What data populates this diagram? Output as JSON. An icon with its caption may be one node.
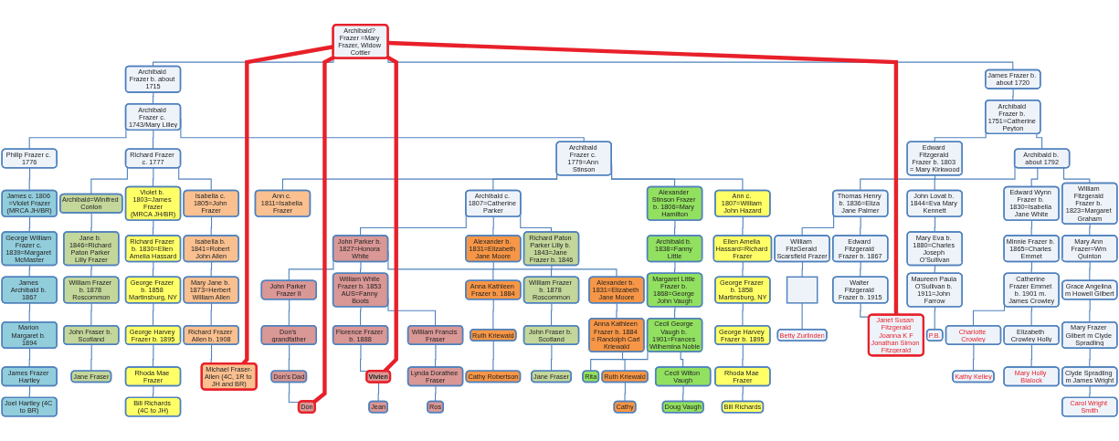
{
  "diagram": {
    "nodes": [
      {
        "text": [
          "Archibald? Frazer =Mary Frazer, Widow Cottier"
        ]
      },
      {
        "text": [
          "Archibald Frazer b. about 1715"
        ]
      },
      {
        "text": [
          "James Frazer b. about 1720"
        ]
      },
      {
        "text": [
          "Archibald Frazer c. 1743/Mary Lilley"
        ]
      },
      {
        "text": [
          "Archibald Frazer b. 1751=Catherine Peyton"
        ]
      },
      {
        "text": [
          "Philip Frazer c. 1776"
        ]
      },
      {
        "text": [
          "Richard Frazer c. 1777"
        ]
      },
      {
        "text": [
          "Archibald Frazer c. 1779=Ann Stinson"
        ]
      },
      {
        "text": [
          "Archibald b. about 1792"
        ]
      },
      {
        "text": [
          "Edward Fitzgerald Frazer b. 1803 = Mary Kirkwood"
        ]
      },
      {
        "text": [
          "James c. 1806 =Violet Frazer",
          "(MRCA JH/BR)"
        ]
      },
      {
        "text": [
          "Archibald=Winifred Conlon"
        ]
      },
      {
        "text": [
          "Violet b. 1803=James Frazer",
          "(MRCA JH/BR)"
        ]
      },
      {
        "text": [
          "Isabella c. 1805=John Frazer"
        ]
      },
      {
        "text": [
          "Archibald c. 1807=Catherine Parker"
        ]
      },
      {
        "text": [
          "Ann c. 1811=Isabella Frazer"
        ]
      },
      {
        "text": [
          "Alexander Stinson Frazer b. 1806=Mary Hamilton"
        ]
      },
      {
        "text": [
          "Ann c. 1807=William John Hazard"
        ]
      },
      {
        "text": [
          "William Fitzgerald Frazer b. 1823=Margaret Graham"
        ]
      },
      {
        "text": [
          "Edward Wynn Frazer b. 1830=Isabella Jane White"
        ]
      },
      {
        "text": [
          "Thomas Henry b. 1836=Eliza Jane Palmer"
        ]
      },
      {
        "text": [
          "John Lovat b. 1844=Eva Mary Kennett"
        ]
      },
      {
        "text": [
          "George William Frazer c. 1839=Margaret McMaster"
        ]
      },
      {
        "text": [
          "Jane b. 1846=Richard Paton Parker Lilly Frazer"
        ]
      },
      {
        "text": [
          "Richard Frazer b. 1830=Ellen Amelia Hassard"
        ]
      },
      {
        "text": [
          "Isabella b. 1841=Robert John Allen"
        ]
      },
      {
        "text": [
          "John Parker b. 1827=Honora White"
        ]
      },
      {
        "text": [
          "Alexander b. 1831=Elizabeth Jane Moore"
        ]
      },
      {
        "text": [
          "Richard Paton Parker Lilly b. 1843=Jane Frazer b. 1846"
        ]
      },
      {
        "text": [
          "Archibald b. 1838=Fanny Little"
        ]
      },
      {
        "text": [
          "Ellen Amelia Hassard=Richard Frazer"
        ]
      },
      {
        "text": [
          "Mary Ann Frazer=Wm Quinton"
        ]
      },
      {
        "text": [
          "Minnie Frazer b. 1865=Charles Emmet"
        ]
      },
      {
        "text": [
          "William FitzGerald Scarsfield Frazer"
        ]
      },
      {
        "text": [
          "Edward Fitzgerald Frazer b. 1867"
        ]
      },
      {
        "text": [
          "Mary Eva b. 1880=Charles Joseph O'Sullivan"
        ]
      },
      {
        "text": [
          "James Archibald b. 1867"
        ]
      },
      {
        "text": [
          "William Frazer b. 1878 Roscommon"
        ]
      },
      {
        "text": [
          "George Frazer b. 1858 Martinsburg, NY"
        ]
      },
      {
        "text": [
          "Mary Jane b. 1873=Herbert William Allen"
        ]
      },
      {
        "text": [
          "John Parker Frazer II"
        ]
      },
      {
        "text": [
          "William White Frazer b. 1853 AUS=Fanny Boots"
        ]
      },
      {
        "text": [
          "Alexander b. 1831=Elizabeth Jane Moore"
        ]
      },
      {
        "text": [
          "Anna Kathleen Frazer b. 1884"
        ]
      },
      {
        "text": [
          "William Frazer b. 1878 Roscommon"
        ]
      },
      {
        "text": [
          "Margaret Little Frazer b. 1868=George John Vaugh"
        ]
      },
      {
        "text": [
          "George Frazer b. 1858 Martinsburg, NY"
        ]
      },
      {
        "text": [
          "Grace Angelina m Howell Gilbert"
        ]
      },
      {
        "text": [
          "Catherine Frazer Emmet b. 1901 m. James Crowley"
        ]
      },
      {
        "text": [],
        "shape": "box"
      },
      {
        "text": [
          "Walter Fitzgerald Frazer b. 1915"
        ]
      },
      {
        "text": [
          "Maureen Paula O'Sullivan b. 1911=John Farrow"
        ]
      },
      {
        "text": [
          "Marion Margaret b. 1894"
        ]
      },
      {
        "text": [
          "John Fraser b. Scotland"
        ]
      },
      {
        "text": [
          "George Harvey Frazer b. 1895"
        ]
      },
      {
        "text": [
          "Richard Frazer Allen b. 1908"
        ]
      },
      {
        "text": [
          "Don's grandfather"
        ]
      },
      {
        "text": [
          "Florence Frazer b. 1888"
        ]
      },
      {
        "text": [
          "William Francis Fraser"
        ]
      },
      {
        "text": [
          "Anna Kathleen Frazer b. 1884 = Randolph Carl Kriewald"
        ]
      },
      {
        "text": [
          "Ruth Kriewald"
        ]
      },
      {
        "text": [
          "John Fraser b. Scotland"
        ]
      },
      {
        "text": [
          "Cecil George Vaugh b. 1901=Frances Wilhemina Noble"
        ]
      },
      {
        "text": [
          "George Harvey Frazer b. 1895"
        ]
      },
      {
        "text": [
          "Mary Frazer Gilbert m Clyde Spradling"
        ]
      },
      {
        "text": [
          "Charlotte Crowley"
        ]
      },
      {
        "text": [
          "Elizabeth Crowley Holly"
        ]
      },
      {
        "text": [
          "Betty Zurlinden"
        ]
      },
      {
        "text": [
          "Janet Susan Fitzgerald",
          "Joanna K F",
          "Jonathan Simon Fitzgerald"
        ]
      },
      {
        "text": [
          "P.B."
        ]
      },
      {
        "text": [
          "James Frazer Hartley"
        ]
      },
      {
        "text": [
          "Jane Fraser"
        ]
      },
      {
        "text": [
          "Rhoda Mae Frazer"
        ]
      },
      {
        "text": [
          "Michael Fraser-Allen (4C, 1R to JH and BR)"
        ]
      },
      {
        "text": [
          "Don's Dad"
        ]
      },
      {
        "text": [
          "Vivien"
        ]
      },
      {
        "text": [
          "Lynda Dorathee Fraser"
        ]
      },
      {
        "text": [
          "Ruth Kriewald"
        ]
      },
      {
        "text": [
          "Cathy Robertson"
        ]
      },
      {
        "text": [
          "Jane Fraser"
        ]
      },
      {
        "text": [
          "Rita"
        ]
      },
      {
        "text": [
          "Cecil Wilton Vaugh"
        ]
      },
      {
        "text": [
          "Rhoda Mae Frazer"
        ]
      },
      {
        "text": [
          "Clyde Spradling m James Wright"
        ]
      },
      {
        "text": [
          "Kathy Kelley"
        ]
      },
      {
        "text": [
          "Mary Holly Blalock"
        ]
      },
      {
        "text": [
          "Joel Hartley (4C to BR)"
        ]
      },
      {
        "text": [
          "Bill Richards (4C to JH)"
        ]
      },
      {
        "text": [
          "Don"
        ]
      },
      {
        "text": [
          "Jean"
        ]
      },
      {
        "text": [
          "Ros"
        ]
      },
      {
        "text": [
          "Cathy"
        ]
      },
      {
        "text": [
          "Doug Vaugh"
        ]
      },
      {
        "text": [
          "Bill Richards"
        ]
      },
      {
        "text": [
          "Carol Wright Smith"
        ]
      }
    ],
    "edges": [
      {
        "from": 0,
        "to": 1,
        "arrow": "none"
      },
      {
        "from": 0,
        "to": 2,
        "arrow": "none"
      },
      {
        "from": 1,
        "to": 3,
        "arrow": "none"
      },
      {
        "from": 2,
        "to": 4,
        "arrow": "none"
      },
      {
        "from": 3,
        "to": 5,
        "arrow": "none"
      },
      {
        "from": 3,
        "to": 6,
        "arrow": "none"
      },
      {
        "from": 3,
        "to": 7,
        "arrow": "none"
      },
      {
        "from": 4,
        "to": 8,
        "arrow": "none"
      },
      {
        "from": 4,
        "to": 9,
        "arrow": "none"
      },
      {
        "from": 5,
        "to": 10,
        "arrow": "none"
      },
      {
        "from": 6,
        "to": 11,
        "arrow": "none"
      },
      {
        "from": 6,
        "to": 12,
        "arrow": "none"
      },
      {
        "from": 6,
        "to": 13,
        "arrow": "none"
      },
      {
        "from": 7,
        "to": 14,
        "arrow": "none"
      },
      {
        "from": 7,
        "to": 15,
        "arrow": "none"
      },
      {
        "from": 7,
        "to": 16,
        "arrow": "none"
      },
      {
        "from": 7,
        "to": 17,
        "arrow": "none"
      },
      {
        "from": 8,
        "to": 18,
        "arrow": "none"
      },
      {
        "from": 8,
        "to": 19,
        "arrow": "none"
      },
      {
        "from": 8,
        "to": 20,
        "arrow": "none"
      },
      {
        "from": 9,
        "to": 21,
        "arrow": "none"
      },
      {
        "from": 10,
        "to": 22,
        "arrow": "none"
      },
      {
        "from": 11,
        "to": 23,
        "arrow": "none"
      },
      {
        "from": 12,
        "to": 24,
        "arrow": "none"
      },
      {
        "from": 13,
        "to": 25,
        "arrow": "none"
      },
      {
        "from": 14,
        "to": 26,
        "arrow": "none"
      },
      {
        "from": 14,
        "to": 27,
        "arrow": "none"
      },
      {
        "from": 14,
        "to": 28,
        "arrow": "none"
      },
      {
        "from": 16,
        "to": 29,
        "arrow": "none"
      },
      {
        "from": 17,
        "to": 30,
        "arrow": "none"
      },
      {
        "from": 18,
        "to": 31,
        "arrow": "none"
      },
      {
        "from": 19,
        "to": 32,
        "arrow": "none"
      },
      {
        "from": 20,
        "to": 33,
        "arrow": "none"
      },
      {
        "from": 20,
        "to": 34,
        "arrow": "none"
      },
      {
        "from": 21,
        "to": 35,
        "arrow": "none"
      },
      {
        "from": 22,
        "to": 36,
        "arrow": "none"
      },
      {
        "from": 23,
        "to": 37,
        "arrow": "none"
      },
      {
        "from": 24,
        "to": 38,
        "arrow": "none"
      },
      {
        "from": 25,
        "to": 39,
        "arrow": "none"
      },
      {
        "from": 26,
        "to": 40,
        "arrow": "none"
      },
      {
        "from": 26,
        "to": 41,
        "arrow": "none"
      },
      {
        "from": 26,
        "to": 42,
        "arrow": "none"
      },
      {
        "from": 27,
        "to": 43,
        "arrow": "none"
      },
      {
        "from": 28,
        "to": 44,
        "arrow": "none"
      },
      {
        "from": 29,
        "to": 45,
        "arrow": "none"
      },
      {
        "from": 30,
        "to": 46,
        "arrow": "none"
      },
      {
        "from": 31,
        "to": 47,
        "arrow": "none"
      },
      {
        "from": 32,
        "to": 48,
        "arrow": "none"
      },
      {
        "from": 33,
        "to": 49,
        "arrow": "none"
      },
      {
        "from": 34,
        "to": 50,
        "arrow": "none"
      },
      {
        "from": 35,
        "to": 51,
        "arrow": "none"
      },
      {
        "from": 36,
        "to": 52,
        "arrow": "none"
      },
      {
        "from": 37,
        "to": 53,
        "arrow": "none"
      },
      {
        "from": 38,
        "to": 54,
        "arrow": "none"
      },
      {
        "from": 39,
        "to": 55,
        "arrow": "none"
      },
      {
        "from": 40,
        "to": 56,
        "arrow": "none"
      },
      {
        "from": 41,
        "to": 57,
        "arrow": "none"
      },
      {
        "from": 41,
        "to": 58,
        "arrow": "none"
      },
      {
        "from": 42,
        "to": 59,
        "arrow": "none"
      },
      {
        "from": 43,
        "to": 60,
        "arrow": "none"
      },
      {
        "from": 44,
        "to": 61,
        "arrow": "none"
      },
      {
        "from": 45,
        "to": 62,
        "arrow": "none"
      },
      {
        "from": 46,
        "to": 63,
        "arrow": "none"
      },
      {
        "from": 47,
        "to": 64,
        "arrow": "none"
      },
      {
        "from": 48,
        "to": 65,
        "arrow": "none"
      },
      {
        "from": 48,
        "to": 66,
        "arrow": "none"
      },
      {
        "from": 49,
        "to": 67,
        "arrow": "none"
      },
      {
        "from": 50,
        "to": 68,
        "arrow": "none"
      },
      {
        "from": 51,
        "to": 69,
        "arrow": "none"
      },
      {
        "from": 52,
        "to": 70,
        "arrow": "none"
      },
      {
        "from": 53,
        "to": 71,
        "arrow": "none"
      },
      {
        "from": 54,
        "to": 72,
        "arrow": "none"
      },
      {
        "from": 55,
        "to": 73,
        "arrow": "none"
      },
      {
        "from": 56,
        "to": 74,
        "arrow": "none"
      },
      {
        "from": 57,
        "to": 75,
        "arrow": "none"
      },
      {
        "from": 58,
        "to": 76,
        "arrow": "none"
      },
      {
        "from": 59,
        "to": 77,
        "arrow": "none"
      },
      {
        "from": 60,
        "to": 78,
        "arrow": "none"
      },
      {
        "from": 61,
        "to": 79,
        "arrow": "none"
      },
      {
        "from": 62,
        "to": 80,
        "arrow": "none"
      },
      {
        "from": 62,
        "to": 81,
        "arrow": "none"
      },
      {
        "from": 63,
        "to": 82,
        "arrow": "none"
      },
      {
        "from": 64,
        "to": 83,
        "arrow": "none"
      },
      {
        "from": 65,
        "to": 84,
        "arrow": "none"
      },
      {
        "from": 66,
        "to": 85,
        "arrow": "none"
      },
      {
        "from": 70,
        "to": 86,
        "arrow": "none"
      },
      {
        "from": 72,
        "to": 87,
        "arrow": "none"
      },
      {
        "from": 74,
        "to": 88,
        "arrow": "none"
      },
      {
        "from": 75,
        "to": 89,
        "arrow": "none"
      },
      {
        "from": 76,
        "to": 90,
        "arrow": "none"
      },
      {
        "from": 77,
        "to": 91,
        "arrow": "none"
      },
      {
        "from": 81,
        "to": 92,
        "arrow": "none"
      },
      {
        "from": 82,
        "to": 93,
        "arrow": "none"
      },
      {
        "from": 83,
        "to": 94,
        "arrow": "none"
      },
      {
        "from": 0,
        "to": 73,
        "arrow": "none",
        "style": "thick",
        "color": "#e8202a"
      },
      {
        "from": 0,
        "to": 88,
        "arrow": "none",
        "style": "thick",
        "color": "#e8202a"
      },
      {
        "from": 0,
        "to": 75,
        "arrow": "none",
        "style": "thick",
        "color": "#e8202a"
      },
      {
        "from": 0,
        "to": 68,
        "arrow": "none",
        "style": "thick",
        "color": "#e8202a"
      }
    ]
  }
}
